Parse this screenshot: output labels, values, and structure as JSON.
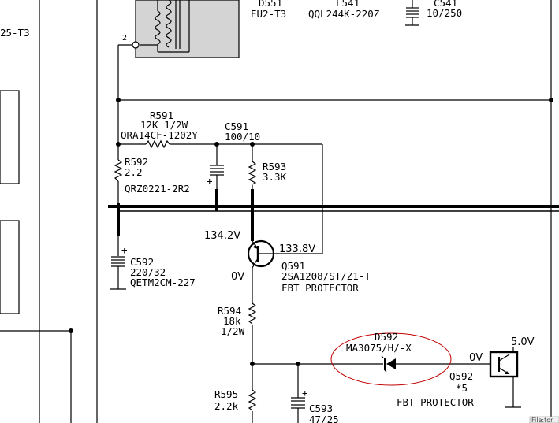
{
  "labels": {
    "top_left_part": "25-T3",
    "d551_ref": "D551",
    "d551_part": "EU2-T3",
    "l541_ref": "L541",
    "l541_part": "QQL244K-220Z",
    "c541_ref": "C541",
    "c541_value": "10/250",
    "pin2": "2",
    "r591_ref": "R591",
    "r591_value": "12K 1/2W",
    "r591_part": "QRA14CF-1202Y",
    "c591_ref": "C591",
    "c591_value": "100/10",
    "r592_ref": "R592",
    "r592_value": "2.2",
    "r592_part": "QRZ0221-2R2",
    "r593_ref": "R593",
    "r593_value": "3.3K",
    "c592_ref": "C592",
    "c592_value": "220/32",
    "c592_part": "QETM2CM-227",
    "q591_ref": "Q591",
    "q591_part": "2SA1208/ST/Z1-T",
    "q591_desc": "FBT PROTECTOR",
    "r594_ref": "R594",
    "r594_value": "18k",
    "r594_watt": "1/2W",
    "d592_ref": "D592",
    "d592_part": "MA3075/H/-X",
    "q592_ref": "Q592",
    "q592_note": "*5",
    "q592_desc": "FBT PROTECTOR",
    "r595_ref": "R595",
    "r595_value": "2.2k",
    "c593_ref": "C593",
    "c593_value": "47/25",
    "plus": "+",
    "file_tag": "File:tor"
  },
  "voltages": {
    "v_emitter": "134.2V",
    "v_base": "133.8V",
    "v_collector": "0V",
    "v_q592_base": "0V",
    "v_q592_top": "5.0V"
  },
  "colors": {
    "wire": "#000000",
    "highlight_ellipse": "#c00000",
    "transformer_fill": "#d4d4d4"
  }
}
